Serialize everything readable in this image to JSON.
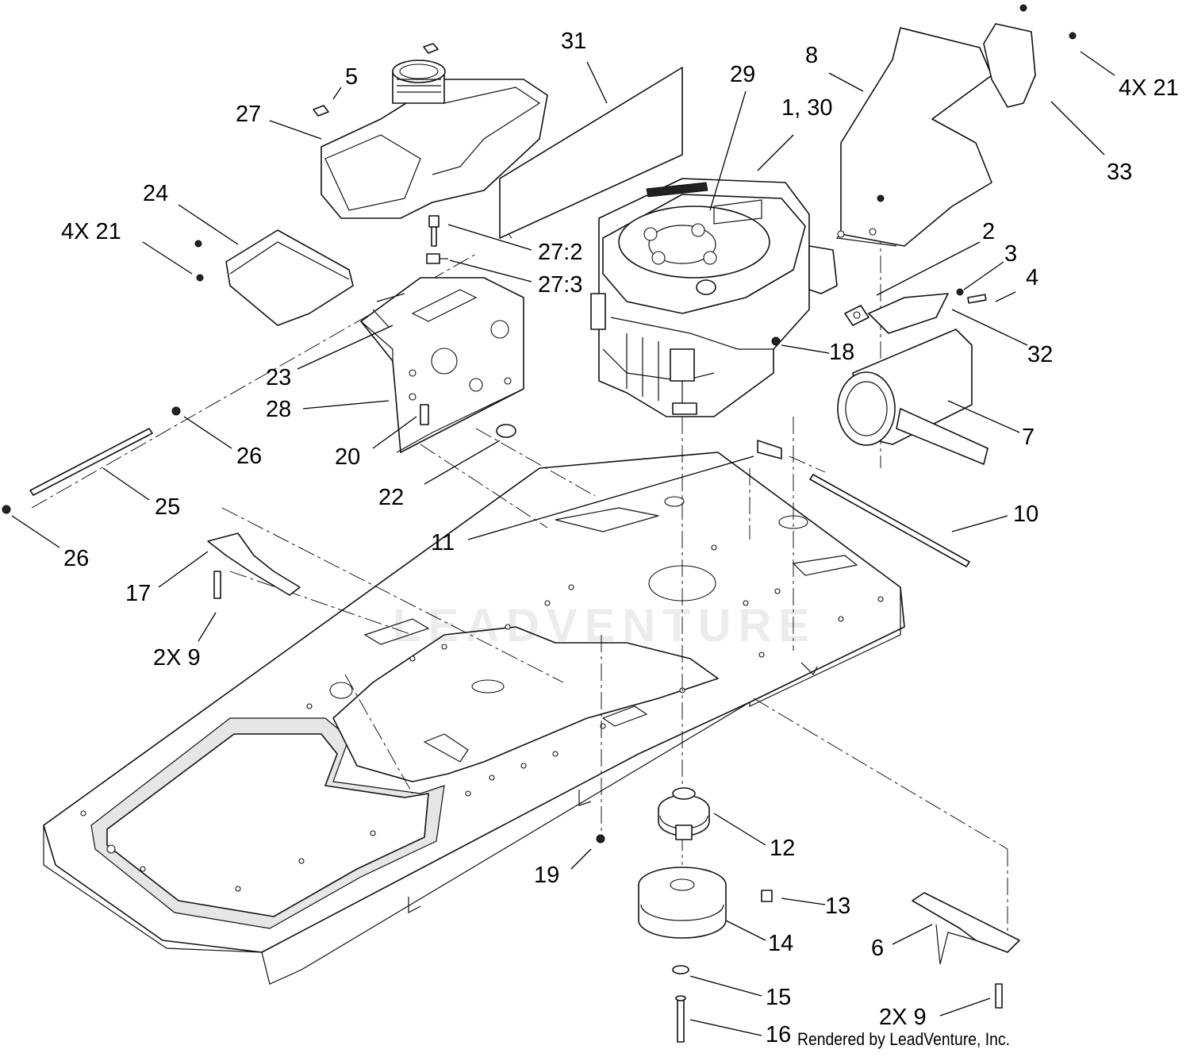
{
  "callouts": {
    "c1_30": "1, 30",
    "c2": "2",
    "c3": "3",
    "c4": "4",
    "c5": "5",
    "c6": "6",
    "c7": "7",
    "c8": "8",
    "c10": "10",
    "c11": "11",
    "c12": "12",
    "c13": "13",
    "c14": "14",
    "c15": "15",
    "c16": "16",
    "c17": "17",
    "c18": "18",
    "c19": "19",
    "c20": "20",
    "c21_left": "4X 21",
    "c21_right": "4X 21",
    "c22": "22",
    "c23": "23",
    "c24": "24",
    "c25": "25",
    "c26_upper": "26",
    "c26_lower": "26",
    "c27": "27",
    "c27_2": "27:2",
    "c27_3": "27:3",
    "c28": "28",
    "c29": "29",
    "c31": "31",
    "c32": "32",
    "c33": "33",
    "c9_left": "2X 9",
    "c9_right": "2X 9"
  },
  "credit": "Rendered by LeadVenture, Inc.",
  "watermark": "LEADVENTURE"
}
